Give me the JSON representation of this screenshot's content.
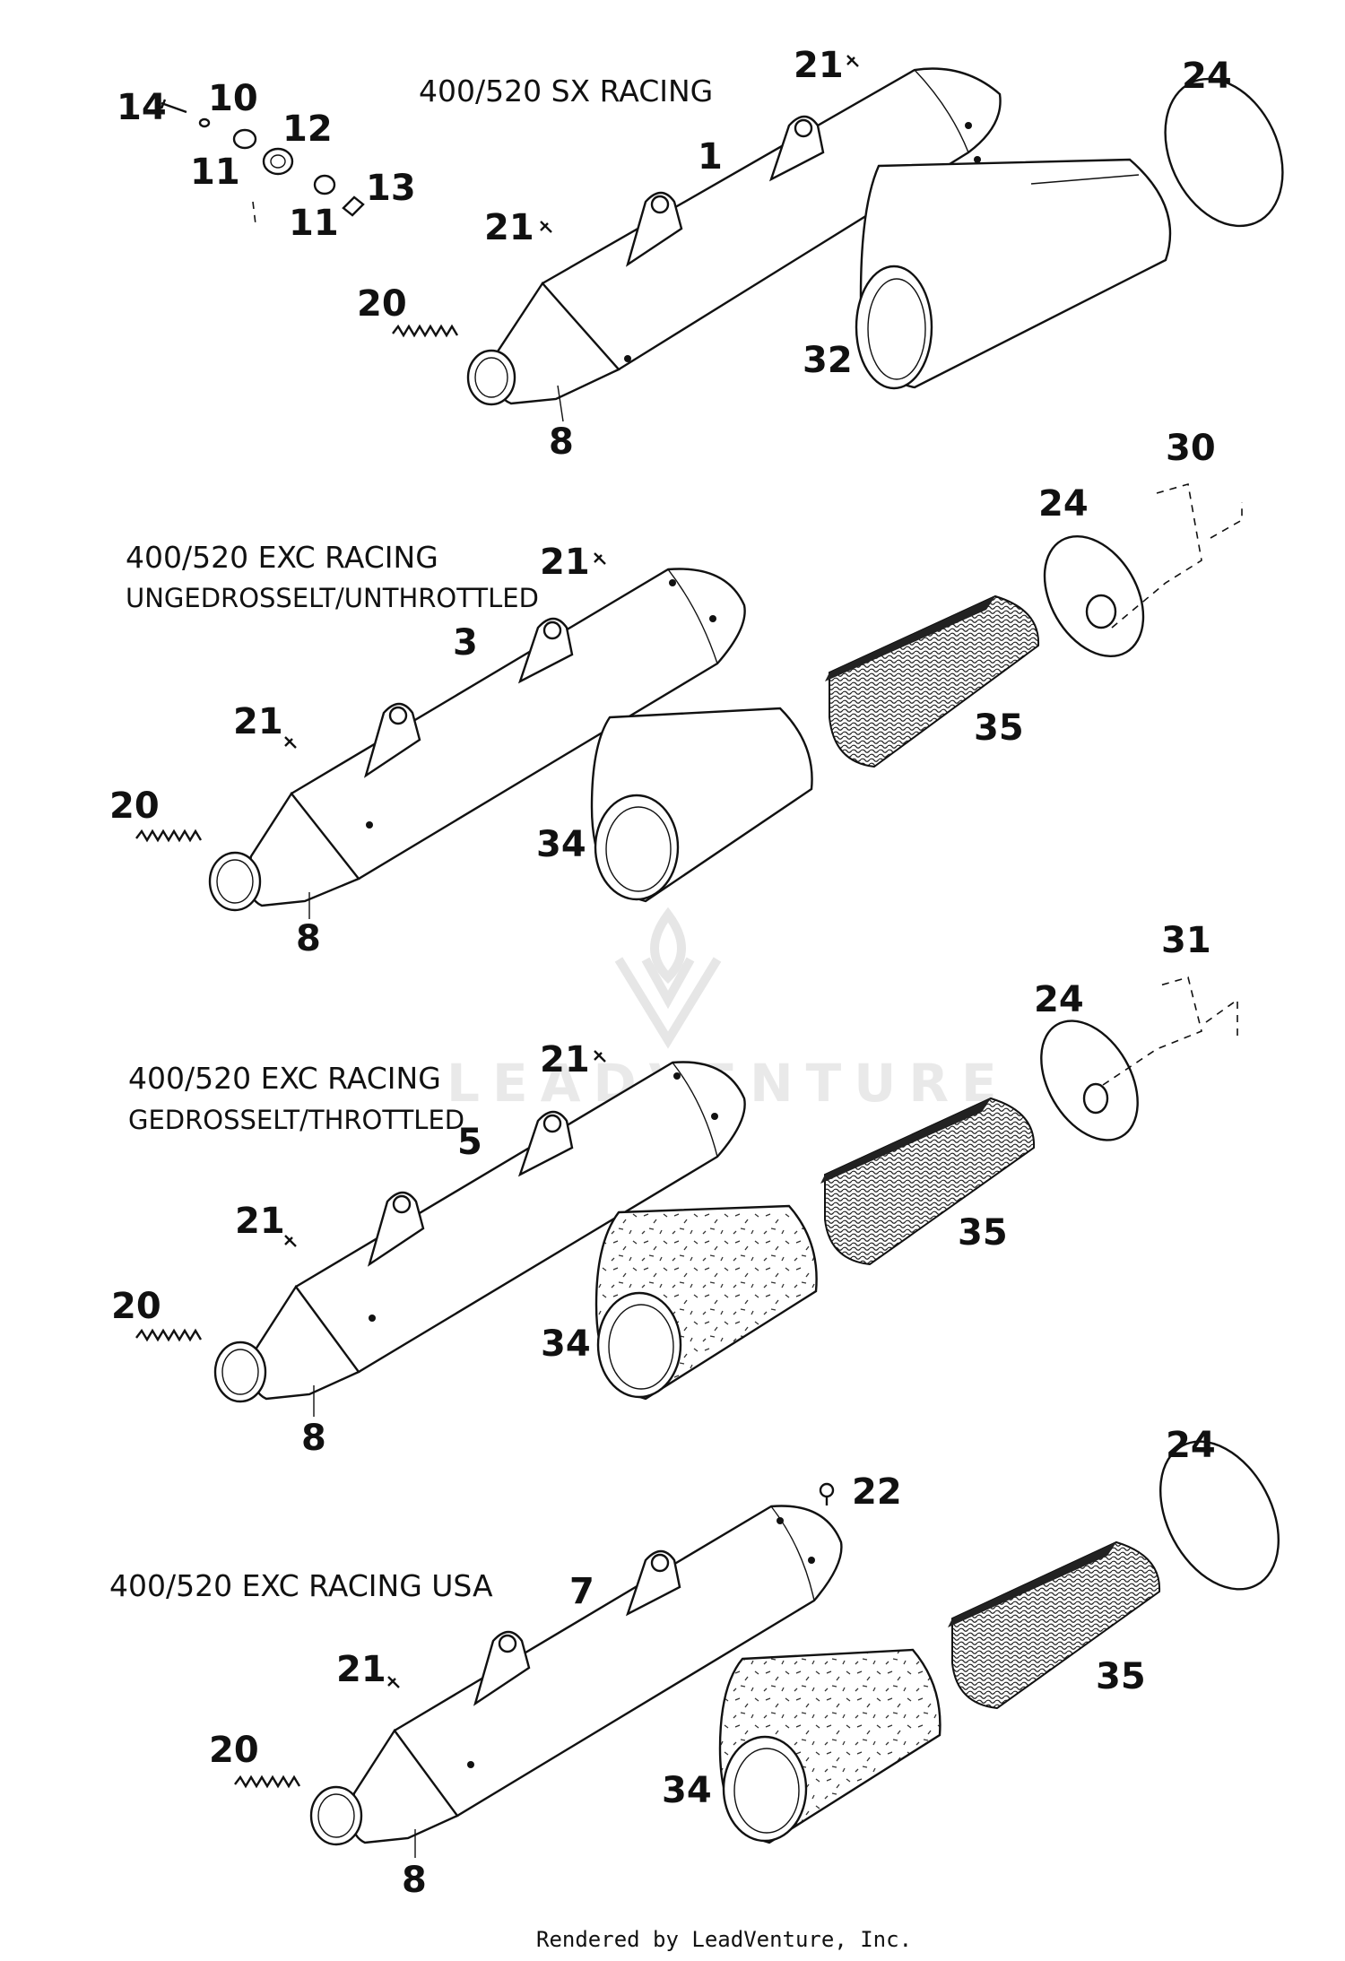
{
  "footer": "Rendered by LeadVenture, Inc.",
  "watermark": "LEADVENTURE",
  "colors": {
    "ink": "#111111",
    "paper": "#ffffff",
    "watermark": "#e6e6e6"
  },
  "sections": [
    {
      "title": "400/520 SX RACING",
      "subtitle": "",
      "callouts": {
        "body": "1",
        "endcap": "8",
        "spring": "20",
        "rivet_top": "21",
        "rivet_side": "21",
        "ring": "24",
        "insert": "32"
      },
      "hardware": {
        "screw": "14",
        "washer_small": "10",
        "grommet": "12",
        "washer_a": "11",
        "washer_b": "11",
        "nut": "13"
      }
    },
    {
      "title": "400/520 EXC RACING",
      "subtitle": "UNGEDROSSELT/UNTHROTTLED",
      "callouts": {
        "body": "3",
        "endcap": "8",
        "spring": "20",
        "rivet_top": "21",
        "rivet_side": "21",
        "ring": "24",
        "insert": "34",
        "wool": "35",
        "tail": "30"
      }
    },
    {
      "title": "400/520 EXC RACING",
      "subtitle": "GEDROSSELT/THROTTLED",
      "callouts": {
        "body": "5",
        "endcap": "8",
        "spring": "20",
        "rivet_top": "21",
        "rivet_side": "21",
        "ring": "24",
        "insert": "34",
        "wool": "35",
        "tail": "31"
      }
    },
    {
      "title": "400/520 EXC RACING USA",
      "subtitle": "",
      "callouts": {
        "body": "7",
        "endcap": "8",
        "spring": "20",
        "rivet_side": "21",
        "screw": "22",
        "ring": "24",
        "insert": "34",
        "wool": "35"
      }
    }
  ]
}
